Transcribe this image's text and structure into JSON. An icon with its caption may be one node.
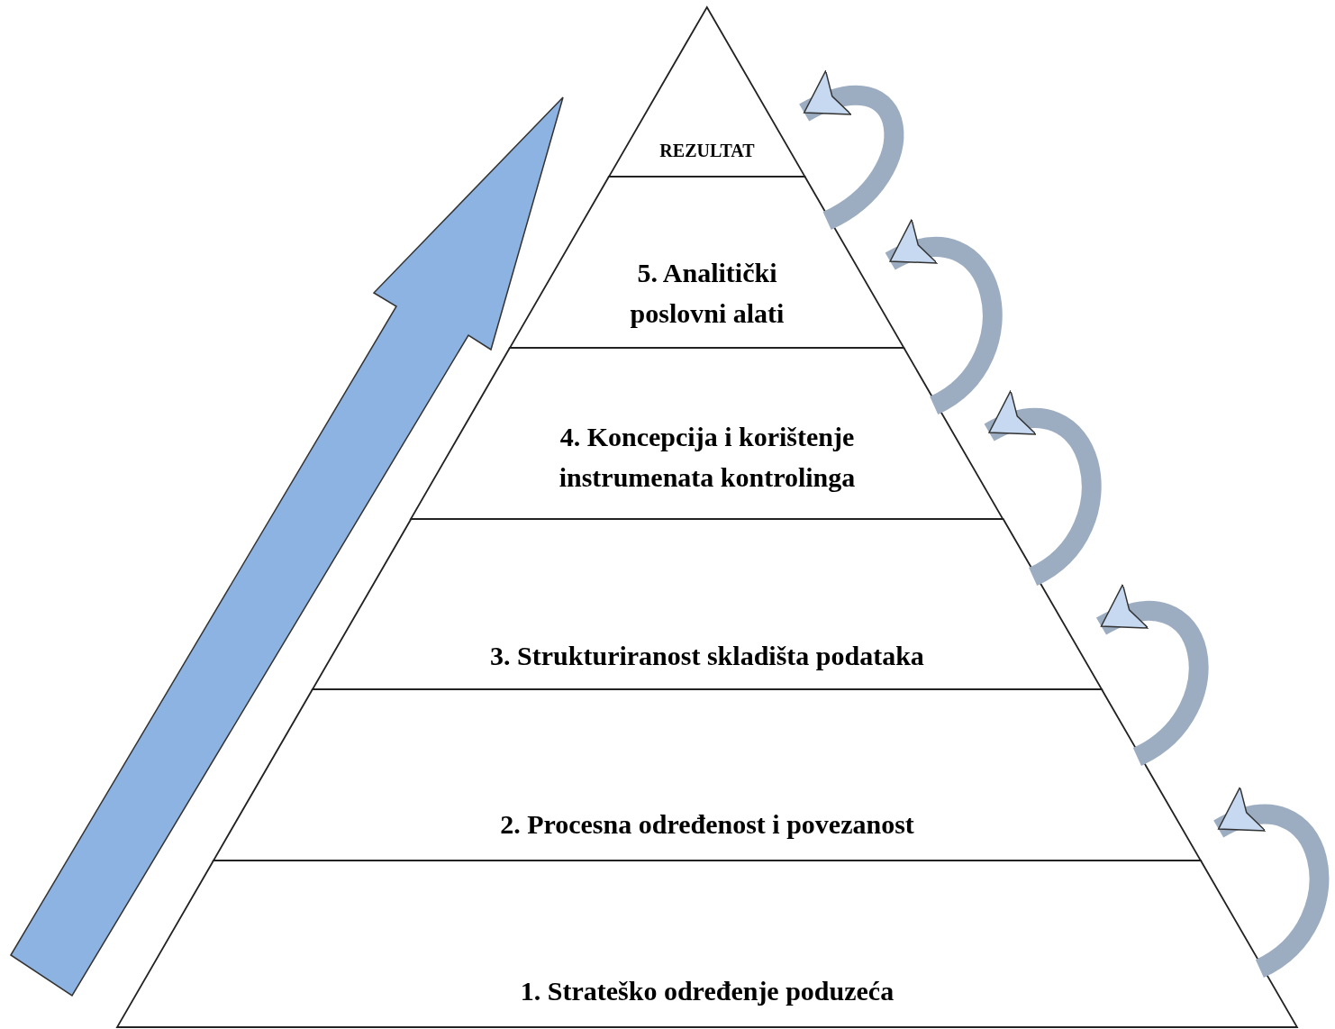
{
  "diagram": {
    "nodes": [
      {
        "text": [
          "REZULTAT"
        ]
      },
      {
        "text": [
          "5. Analitički poslovni alati"
        ]
      },
      {
        "text": [
          "4. Koncepcija i korištenje instrumenata kontrolinga"
        ]
      },
      {
        "text": [
          "3. Strukturiranost skladišta podataka"
        ]
      },
      {
        "text": [
          "2. Procesna određenost i povezanost"
        ]
      },
      {
        "text": [
          "1. Strateško određenje poduzeća"
        ]
      }
    ],
    "edges": [
      {
        "from": 1,
        "to": 0,
        "arrow": "to"
      },
      {
        "from": 2,
        "to": 1,
        "arrow": "to"
      },
      {
        "from": 3,
        "to": 2,
        "arrow": "to"
      },
      {
        "from": 4,
        "to": 3,
        "arrow": "to"
      },
      {
        "from": 5,
        "to": 4,
        "arrow": "to"
      }
    ]
  }
}
